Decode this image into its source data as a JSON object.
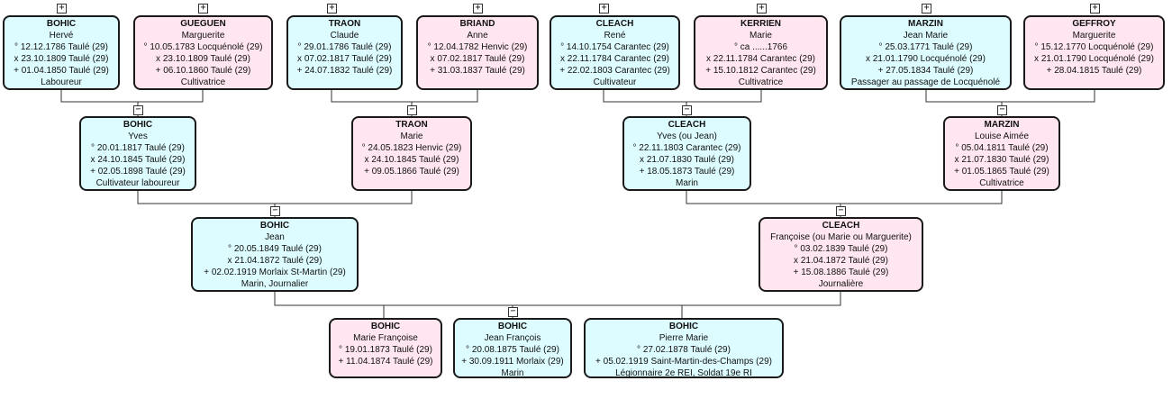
{
  "colors": {
    "male": "#ddfcff",
    "female": "#ffe6f0",
    "border": "#1a1a1a",
    "line": "#333333"
  },
  "toggle_labels": {
    "expand": "+",
    "collapse": "−"
  },
  "people": {
    "bohic_herve": {
      "sex": "m",
      "surname": "BOHIC",
      "given": "Hervé",
      "lines": [
        "° 12.12.1786 Taulé (29)",
        "x 23.10.1809 Taulé (29)",
        "+ 01.04.1850 Taulé (29)",
        "Laboureur"
      ]
    },
    "gueguen_marguerite": {
      "sex": "f",
      "surname": "GUEGUEN",
      "given": "Marguerite",
      "lines": [
        "° 10.05.1783 Locquénolé (29)",
        "x 23.10.1809 Taulé (29)",
        "+ 06.10.1860 Taulé (29)",
        "Cultivatrice"
      ]
    },
    "traon_claude": {
      "sex": "m",
      "surname": "TRAON",
      "given": "Claude",
      "lines": [
        "° 29.01.1786 Taulé (29)",
        "x 07.02.1817 Taulé (29)",
        "+ 24.07.1832 Taulé (29)"
      ]
    },
    "briand_anne": {
      "sex": "f",
      "surname": "BRIAND",
      "given": "Anne",
      "lines": [
        "° 12.04.1782 Henvic (29)",
        "x 07.02.1817 Taulé (29)",
        "+ 31.03.1837 Taulé (29)"
      ]
    },
    "cleach_rene": {
      "sex": "m",
      "surname": "CLEACH",
      "given": "René",
      "lines": [
        "° 14.10.1754 Carantec (29)",
        "x 22.11.1784 Carantec (29)",
        "+ 22.02.1803 Carantec (29)",
        "Cultivateur"
      ]
    },
    "kerrien_marie": {
      "sex": "f",
      "surname": "KERRIEN",
      "given": "Marie",
      "lines": [
        "° ca ......1766",
        "x 22.11.1784 Carantec (29)",
        "+ 15.10.1812 Carantec (29)",
        "Cultivatrice"
      ]
    },
    "marzin_jean_marie": {
      "sex": "m",
      "surname": "MARZIN",
      "given": "Jean Marie",
      "lines": [
        "° 25.03.1771 Taulé (29)",
        "x 21.01.1790 Locquénolé (29)",
        "+ 27.05.1834 Taulé (29)",
        "Passager au passage de Locquénolé"
      ]
    },
    "geffroy_marguerite": {
      "sex": "f",
      "surname": "GEFFROY",
      "given": "Marguerite",
      "lines": [
        "° 15.12.1770 Locquénolé (29)",
        "x 21.01.1790 Locquénolé (29)",
        "+ 28.04.1815 Taulé (29)"
      ]
    },
    "bohic_yves": {
      "sex": "m",
      "surname": "BOHIC",
      "given": "Yves",
      "lines": [
        "° 20.01.1817 Taulé (29)",
        "x 24.10.1845 Taulé (29)",
        "+ 02.05.1898 Taulé (29)",
        "Cultivateur laboureur"
      ]
    },
    "traon_marie": {
      "sex": "f",
      "surname": "TRAON",
      "given": "Marie",
      "lines": [
        "° 24.05.1823 Henvic (29)",
        "x 24.10.1845 Taulé (29)",
        "+ 09.05.1866 Taulé (29)"
      ]
    },
    "cleach_yves": {
      "sex": "m",
      "surname": "CLEACH",
      "given": "Yves (ou Jean)",
      "lines": [
        "° 22.11.1803 Carantec (29)",
        "x 21.07.1830 Taulé (29)",
        "+ 18.05.1873 Taulé (29)",
        "Marin"
      ]
    },
    "marzin_louise": {
      "sex": "f",
      "surname": "MARZIN",
      "given": "Louise Aimée",
      "lines": [
        "° 05.04.1811 Taulé (29)",
        "x 21.07.1830 Taulé (29)",
        "+ 01.05.1865 Taulé (29)",
        "Cultivatrice"
      ]
    },
    "bohic_jean": {
      "sex": "m",
      "surname": "BOHIC",
      "given": "Jean",
      "lines": [
        "° 20.05.1849 Taulé (29)",
        "x 21.04.1872 Taulé (29)",
        "+ 02.02.1919 Morlaix St-Martin (29)",
        "Marin, Journalier"
      ]
    },
    "cleach_francoise": {
      "sex": "f",
      "surname": "CLEACH",
      "given": "Françoise (ou Marie ou Marguerite)",
      "lines": [
        "° 03.02.1839 Taulé (29)",
        "x 21.04.1872 Taulé (29)",
        "+ 15.08.1886 Taulé (29)",
        "Journalière"
      ]
    },
    "bohic_marie_francoise": {
      "sex": "f",
      "surname": "BOHIC",
      "given": "Marie Françoise",
      "lines": [
        "° 19.01.1873 Taulé (29)",
        "+ 11.04.1874 Taulé (29)"
      ]
    },
    "bohic_jean_francois": {
      "sex": "m",
      "surname": "BOHIC",
      "given": "Jean François",
      "lines": [
        "° 20.08.1875 Taulé (29)",
        "+ 30.09.1911 Morlaix (29)",
        "Marin"
      ]
    },
    "bohic_pierre_marie": {
      "sex": "m",
      "surname": "BOHIC",
      "given": "Pierre Marie",
      "lines": [
        "° 27.02.1878 Taulé (29)",
        "+ 05.02.1919 Saint-Martin-des-Champs (29)",
        "Légionnaire 2e REI, Soldat 19e RI"
      ]
    }
  }
}
